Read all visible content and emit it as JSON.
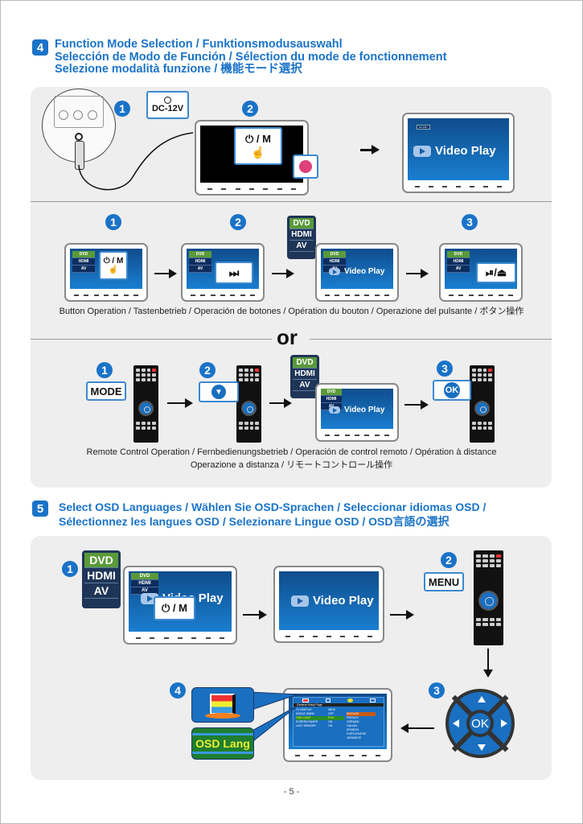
{
  "section4": {
    "number": "4",
    "title_lines": [
      "Function Mode Selection / Funktionsmodusauswahl",
      "Selección de Modo de Función / Sélection du mode de fonctionnement",
      "Selezione modalità funzione / 機能モード選択"
    ],
    "power": {
      "steps": [
        "1",
        "2"
      ],
      "dc_label": "DC-12V",
      "power_button_label": "⏻ / M",
      "result_screen_text": "Video Play",
      "no_disc_label": "No Disc"
    },
    "button_operation": {
      "steps": [
        "1",
        "2",
        "3"
      ],
      "callouts": [
        "⏻ / M",
        "⏭",
        "⏯/⏏"
      ],
      "source_menu": [
        "DVD",
        "HDMI",
        "AV"
      ],
      "screen_text": "Video Play",
      "caption": "Button Operation / Tastenbetrieb / Operación de botones / Opération du bouton / Operazione del pulsante / ボタン操作"
    },
    "or_label": "or",
    "remote_operation": {
      "steps": [
        "1",
        "2",
        "3"
      ],
      "callouts": [
        "MODE",
        "▼",
        "OK"
      ],
      "source_menu": [
        "DVD",
        "HDMI",
        "AV"
      ],
      "screen_text": "Video Play",
      "caption_line1": "Remote Control Operation / Fernbedienungsbetrieb / Operación de control remoto / Opération à distance",
      "caption_line2": "Operazione a distanza / リモートコントロール操作"
    }
  },
  "section5": {
    "number": "5",
    "title_lines": [
      "Select OSD Languages / Wählen Sie OSD-Sprachen / Seleccionar idiomas OSD /",
      "Sélectionnez les langues OSD / Selezionare Lingue OSD / OSD言語の選択"
    ],
    "steps": [
      "1",
      "2",
      "3",
      "4"
    ],
    "source_menu": [
      "DVD",
      "HDMI",
      "AV"
    ],
    "power_button_label": "⏻ / M",
    "screen_text": "Video Play",
    "menu_label": "MENU",
    "ok_label": "OK",
    "osd_lang_label": "OSD Lang",
    "setup_page": {
      "title": "General Setup Page",
      "rows": [
        {
          "name": "TV DISPLAY",
          "value": "WIDE"
        },
        {
          "name": "ANGLE MARK",
          "value": "OFF"
        },
        {
          "name": "OSD LANG",
          "value": "ENG"
        },
        {
          "name": "SCREEN SAVER",
          "value": "ON"
        },
        {
          "name": "LAST MEMORY",
          "value": "ON"
        }
      ],
      "languages": [
        "ENGLISH",
        "FRENCH",
        "GERMAN",
        "ITALIAN",
        "SPANISH",
        "PORTUGUESE",
        "JAPANESE"
      ]
    }
  },
  "page_number": "- 5 -"
}
